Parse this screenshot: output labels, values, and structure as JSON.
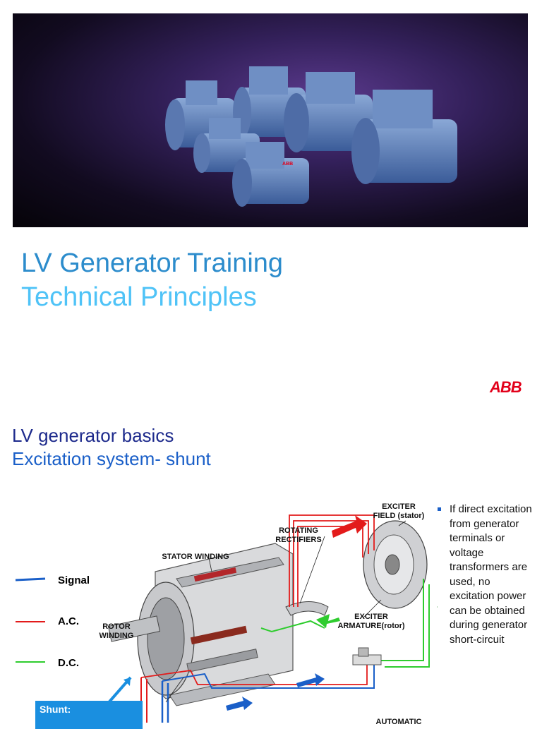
{
  "slide1": {
    "title": "LV Generator Training",
    "subtitle": "Technical Principles",
    "logo": "ABB",
    "machine_badge": "ABB"
  },
  "slide2": {
    "heading": "LV generator basics",
    "subheading": "Excitation system- shunt",
    "legend": [
      {
        "label": "Signal",
        "color": "#1a5fc8"
      },
      {
        "label": "A.C.",
        "color": "#e31b1b"
      },
      {
        "label": "D.C.",
        "color": "#2ecc2e"
      }
    ],
    "callout": "Shunt:",
    "labels": {
      "exciter_field": "EXCITER\nFIELD (stator)",
      "rotating_rectifiers": "ROTATING\nRECTIFIERS",
      "stator_winding": "STATOR WINDING",
      "rotor_winding": "ROTOR\nWINDING",
      "exciter_armature": "EXCITER\nARMATURE(rotor)",
      "automatic": "AUTOMATIC"
    },
    "bullet": "If direct excitation from generator terminals or voltage transformers are used, no excitation power can be obtained during generator short-circuit"
  }
}
